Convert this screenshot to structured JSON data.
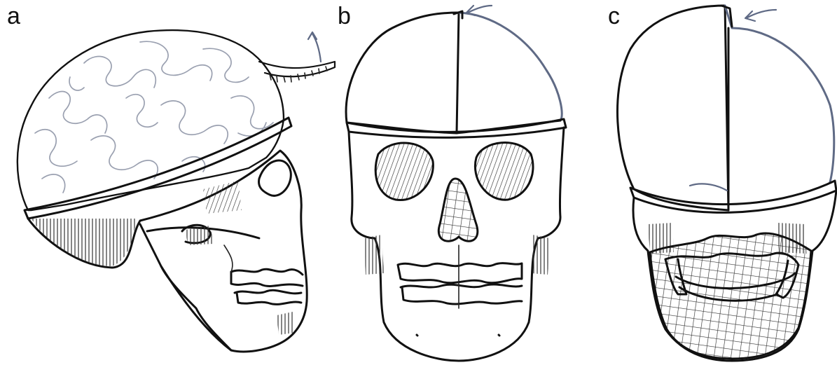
{
  "panels": {
    "a": {
      "label": "a"
    },
    "b": {
      "label": "b"
    },
    "c": {
      "label": "c"
    }
  },
  "colors": {
    "ink": "#111111",
    "brain_gray": "#9aa0b0",
    "arrow_blue": "#5f6a85",
    "background": "#ffffff"
  }
}
